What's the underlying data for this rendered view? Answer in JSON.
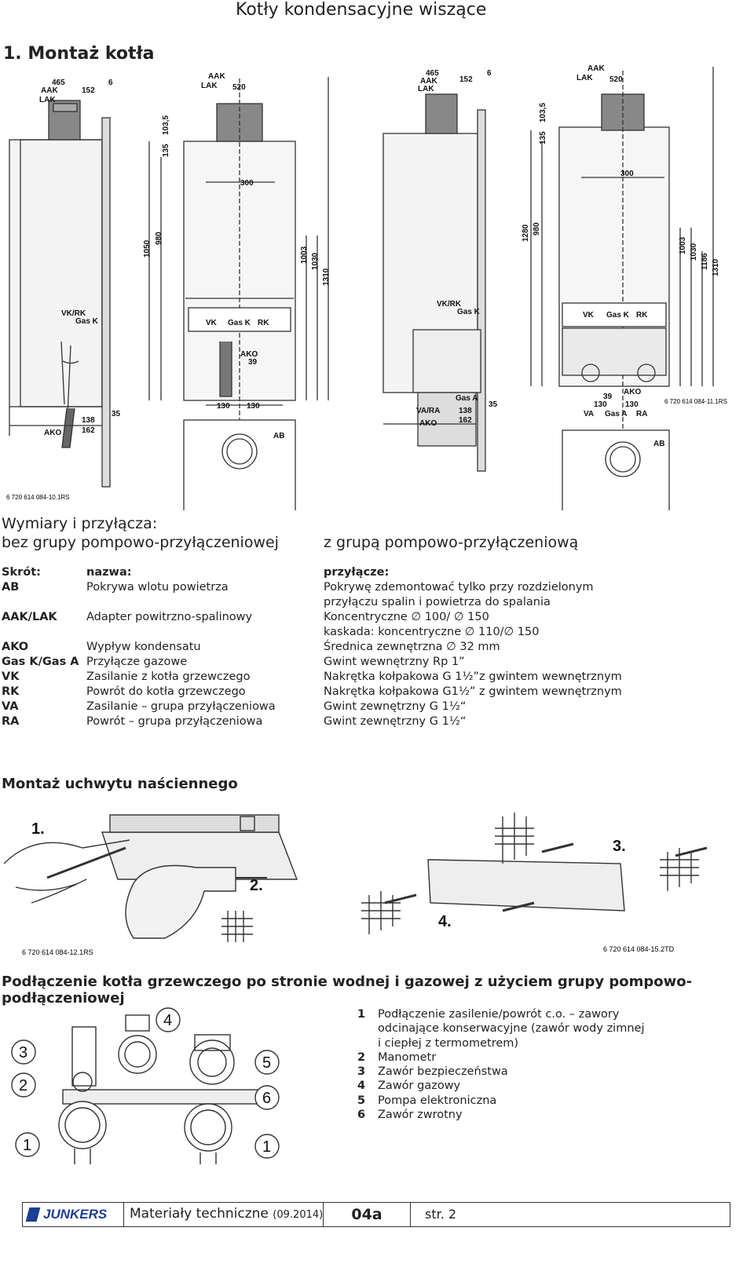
{
  "header": {
    "title": "Kotły kondensacyjne wiszące"
  },
  "section_title": "1. Montaż kotła",
  "diagram1": {
    "left_labels": {
      "w465": "465",
      "w152": "152",
      "w6": "6",
      "aak": "AAK",
      "lak": "LAK",
      "vkrk": "VK/RK",
      "gask": "Gas K",
      "d138": "138",
      "d162": "162",
      "d35": "35",
      "ako": "AKO"
    },
    "front_labels": {
      "aak": "AAK",
      "lak": "LAK",
      "w520": "520",
      "h135": "135",
      "h1035": "103,5",
      "w300": "300",
      "h1050": "1050",
      "h980": "980",
      "h1003": "1003",
      "h1030": "1030",
      "h1310": "1310",
      "vk": "VK",
      "gask": "Gas K",
      "rk": "RK",
      "ako": "AKO",
      "d39": "39",
      "d130a": "130",
      "d130b": "130",
      "ab": "AB"
    },
    "ref": "6 720 614 084-10.1RS"
  },
  "diagram2": {
    "side_labels": {
      "w465": "465",
      "w152": "152",
      "w6": "6",
      "aak": "AAK",
      "lak": "LAK",
      "vkrk": "VK/RK",
      "gask": "Gas K",
      "gasa": "Gas A",
      "vara": "VA/RA",
      "ako": "AKO",
      "d138": "138",
      "d162": "162",
      "d35": "35"
    },
    "front_labels": {
      "aak": "AAK",
      "lak": "LAK",
      "w520": "520",
      "h135": "135",
      "h1035": "103,5",
      "w300": "300",
      "h1280": "1280",
      "h980": "980",
      "h1003": "1003",
      "h1030": "1030",
      "h1186": "1186",
      "h1310": "1310",
      "vk": "VK",
      "gask": "Gas K",
      "rk": "RK",
      "ako": "AKO",
      "d39": "39",
      "d130a": "130",
      "d130b": "130",
      "va": "VA",
      "gasa": "Gas A",
      "ra": "RA",
      "ab": "AB"
    },
    "ref": "6 720 614 084-11.1RS"
  },
  "captions": {
    "left_1": "Wymiary i przyłącza:",
    "left_2": "bez grupy pompowo-przyłączeniowej",
    "right": "z grupą pompowo-przyłączeniową"
  },
  "table": {
    "headers": [
      "Skrót:",
      "nazwa:",
      "przyłącze:"
    ],
    "rows": [
      [
        "AB",
        "Pokrywa wlotu powietrza",
        "Pokrywę zdemontować tylko przy rozdzielonym"
      ],
      [
        "",
        "",
        "przyłączu spalin i powietrza do spalania"
      ],
      [
        "AAK/LAK",
        "Adapter powitrzno-spalinowy",
        "Koncentryczne ∅ 100/ ∅ 150"
      ],
      [
        "",
        "",
        "kaskada: koncentryczne ∅ 110/∅ 150"
      ],
      [
        "AKO",
        "Wypływ kondensatu",
        "Średnica zewnętrzna ∅ 32 mm"
      ],
      [
        "Gas K/Gas A",
        "Przyłącze gazowe",
        "Gwint wewnętrzny Rp 1”"
      ],
      [
        "VK",
        "Zasilanie z kotła grzewczego",
        "Nakrętka kołpakowa G 1½”z gwintem wewnętrznym"
      ],
      [
        "RK",
        "Powrót do kotła grzewczego",
        "Nakrętka kołpakowa G1½” z gwintem wewnętrznym"
      ],
      [
        "VA",
        "Zasilanie – grupa przyłączeniowa",
        "Gwint zewnętrzny G 1½“"
      ],
      [
        "RA",
        "Powrót – grupa przyłączeniowa",
        "Gwint zewnętrzny G 1½“"
      ]
    ]
  },
  "mount": {
    "title": "Montaż uchwytu naściennego",
    "step1": "1.",
    "step2": "2.",
    "step3": "3.",
    "step4": "4.",
    "ref_left": "6 720 614 084-12.1RS",
    "ref_right": "6 720 614 084-15.2TD"
  },
  "connect": {
    "title": "Podłączenie kotła grzewczego po stronie wodnej i gazowej z użyciem grupy pompowo-podłączeniowej",
    "callouts": [
      "3",
      "2",
      "1",
      "4",
      "5",
      "6",
      "1"
    ],
    "legend": [
      {
        "n": "1",
        "text": "Podłączenie zasilenie/powrót c.o. – zawory"
      },
      {
        "n": "",
        "text": "odcinające konserwacyjne (zawór wody zimnej"
      },
      {
        "n": "",
        "text": "i ciepłej z termometrem)"
      },
      {
        "n": "2",
        "text": "Manometr"
      },
      {
        "n": "3",
        "text": "Zawór bezpieczeństwa"
      },
      {
        "n": "4",
        "text": "Zawór gazowy"
      },
      {
        "n": "5",
        "text": "Pompa elektroniczna"
      },
      {
        "n": "6",
        "text": "Zawór zwrotny"
      }
    ]
  },
  "footer": {
    "brand": "JUNKERS",
    "doc": "Materiały techniczne",
    "date": "(09.2014)",
    "code": "04a",
    "page": "str. 2"
  }
}
